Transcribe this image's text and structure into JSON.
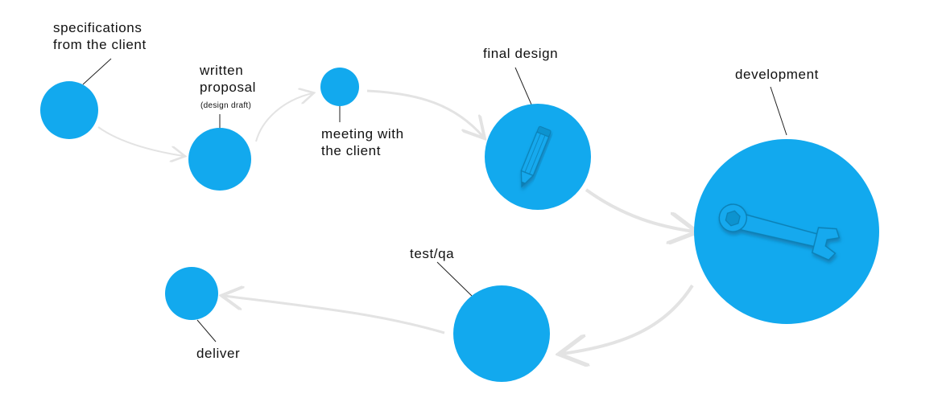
{
  "colors": {
    "node": "#12a9ee",
    "node_dark": "#0d93cf",
    "arrow": "#e3e3e3",
    "leader": "#222222",
    "text": "#111111"
  },
  "steps": [
    {
      "id": "specifications",
      "lines": [
        "specifications",
        "from the client"
      ]
    },
    {
      "id": "proposal",
      "lines": [
        "written",
        "proposal"
      ],
      "note": "(design draft)"
    },
    {
      "id": "meeting",
      "lines": [
        "meeting with",
        "the client"
      ]
    },
    {
      "id": "final-design",
      "lines": [
        "final design"
      ],
      "icon": "pencil-icon"
    },
    {
      "id": "development",
      "lines": [
        "development"
      ],
      "icon": "wrench-icon"
    },
    {
      "id": "test",
      "lines": [
        "test/qa"
      ]
    },
    {
      "id": "deliver",
      "lines": [
        "deliver"
      ]
    }
  ]
}
